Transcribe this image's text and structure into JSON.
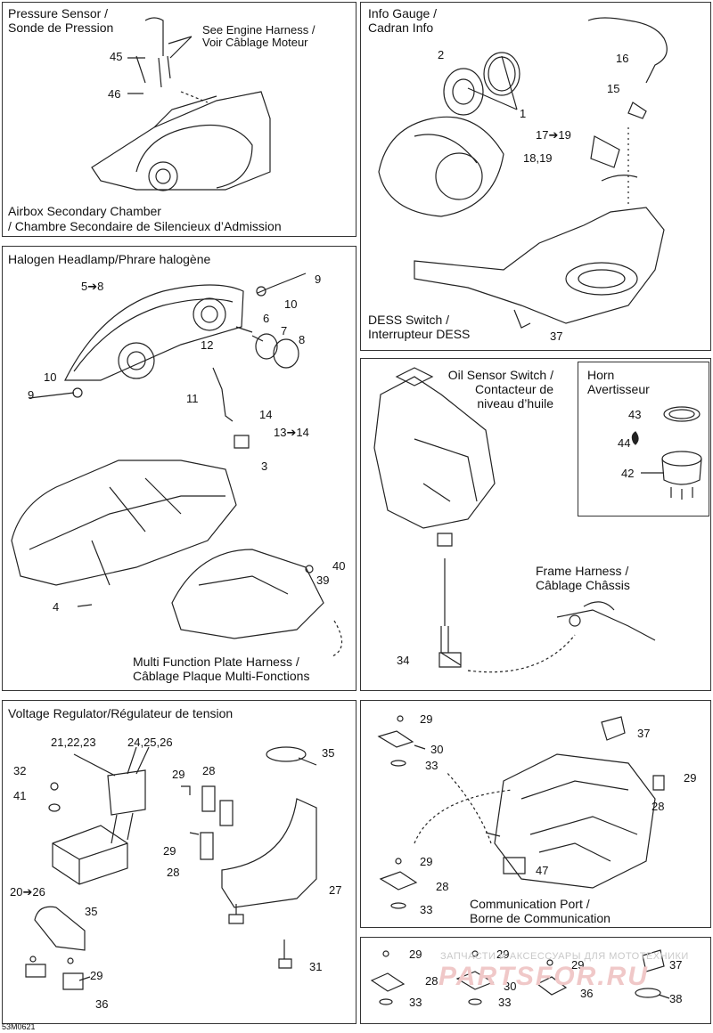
{
  "panels": {
    "pressure": {
      "title": "Pressure Sensor /\nSonde de Pression",
      "harness_note": "See Engine Harness /\nVoir Câblage Moteur",
      "airbox_note": "Airbox Secondary Chamber\n/ Chambre Secondaire de Silencieux d’Admission",
      "callouts": [
        "45",
        "46"
      ]
    },
    "info_gauge": {
      "title": "Info Gauge /\nCadran Info",
      "dess_note": "DESS Switch /\nInterrupteur DESS",
      "callouts": [
        "2",
        "1",
        "16",
        "15",
        "17➔19",
        "18,19",
        "37"
      ]
    },
    "headlamp": {
      "title": "Halogen Headlamp/Phrare halogène",
      "multi_note": "Multi Function Plate Harness /\nCâblage Plaque Multi-Fonctions",
      "callouts": [
        "5➔8",
        "9",
        "10",
        "6",
        "7",
        "8",
        "12",
        "10",
        "9",
        "11",
        "14",
        "13➔14",
        "3",
        "40",
        "39",
        "4"
      ]
    },
    "oil": {
      "title": "Oil Sensor Switch /\nContacteur de\nniveau d’huile",
      "frame_note": "Frame Harness /\nCâblage Châssis",
      "callouts": [
        "34"
      ]
    },
    "horn": {
      "title": "Horn\nAvertisseur",
      "callouts": [
        "43",
        "44",
        "42"
      ]
    },
    "voltage": {
      "title": "Voltage Regulator/Régulateur de tension",
      "callouts": [
        "21,22,23",
        "24,25,26",
        "35",
        "32",
        "41",
        "29",
        "28",
        "29",
        "28",
        "20➔26",
        "27",
        "35",
        "29",
        "36",
        "31"
      ]
    },
    "comm": {
      "port_note": "Communication Port /\nBorne de Communication",
      "callouts": [
        "29",
        "30",
        "33",
        "37",
        "29",
        "28",
        "29",
        "28",
        "33",
        "47"
      ]
    },
    "bottom": {
      "callouts": [
        "29",
        "28",
        "33",
        "29",
        "30",
        "33",
        "29",
        "36",
        "37",
        "38"
      ]
    }
  },
  "watermark": {
    "line1": "ЗАПЧАСТИ И АКСЕССУАРЫ ДЛЯ МОТОТЕХНИКИ",
    "line2": "PARTSFOR.RU"
  },
  "diagram_code": "53M0621"
}
